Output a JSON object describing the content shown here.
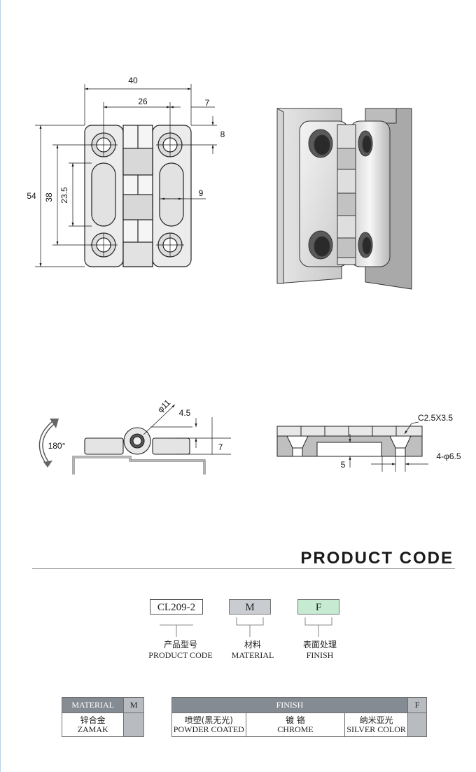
{
  "drawing": {
    "front_view": {
      "width_overall": "40",
      "hole_spacing": "26",
      "edge_offset_x": "7",
      "edge_offset_y": "8",
      "height_overall": "54",
      "hole_pitch": "38",
      "slot_length": "23.5",
      "slot_width": "9"
    },
    "side_view": {
      "pin_diameter": "φ11",
      "knuckle_offset": "4.5",
      "thickness": "7",
      "rotation": "180°"
    },
    "section_view": {
      "chamfer": "C2.5X3.5",
      "holes": "4-φ6.5",
      "depth": "5"
    }
  },
  "product_code": {
    "title": "PRODUCT CODE",
    "code": "CL209-2",
    "material_code": "M",
    "finish_code": "F",
    "labels": [
      {
        "cn": "产品型号",
        "en": "PRODUCT CODE"
      },
      {
        "cn": "材料",
        "en": "MATERIAL"
      },
      {
        "cn": "表面处理",
        "en": "FINISH"
      }
    ],
    "colors": {
      "material_box": "#c9ccd0",
      "finish_box": "#c6ead2",
      "header": "#848b93"
    }
  },
  "material_table": {
    "header": "MATERIAL",
    "key": "M",
    "rows": [
      {
        "cn": "锌合金",
        "en": "ZAMAK"
      }
    ]
  },
  "finish_table": {
    "header": "FINISH",
    "key": "F",
    "options": [
      {
        "cn": "喷塑(黑无光)",
        "en": "POWDER COATED"
      },
      {
        "cn": "镀  铬",
        "en": "CHROME"
      },
      {
        "cn": "纳米亚光",
        "en": "SILVER COLOR"
      }
    ]
  }
}
